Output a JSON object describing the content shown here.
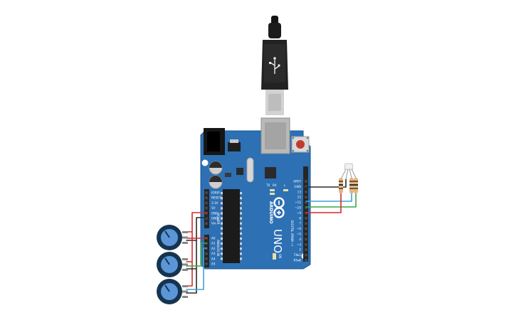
{
  "board": {
    "name": "UNO",
    "brand": "ARDUINO",
    "tx_label": "TX",
    "rx_label": "RX",
    "l_label": "L",
    "on_label": "ON",
    "digital_label": "DIGITAL (PWM ~)",
    "power_label": "POWER",
    "analog_label": "ANALOG IN",
    "digital_pins": [
      "AREF",
      "GND",
      "13",
      "12",
      "~11",
      "~10",
      "~9",
      "8",
      "7",
      "~6",
      "~5",
      "4",
      "~3",
      "2",
      "TX▸1",
      "RX◂0"
    ],
    "power_pins": [
      "IOREF",
      "RESET",
      "3.3V",
      "5V",
      "GND",
      "GND",
      "Vin"
    ],
    "analog_pins": [
      "A0",
      "A1",
      "A2",
      "A3",
      "A4",
      "A5"
    ]
  },
  "colors": {
    "board": "#2d70b4",
    "board_edge": "#1d5592",
    "wire_red": "#d42a2a",
    "wire_black": "#2b2b2b",
    "wire_green": "#36a84a",
    "wire_blue": "#3ea3d6",
    "knob": "#5b96d6",
    "knob_ring": "#16344f"
  },
  "components": {
    "potentiometers": 3,
    "resistors": 3,
    "led": "rgb-led-common-cathode",
    "cable": "usb-b-cable"
  }
}
